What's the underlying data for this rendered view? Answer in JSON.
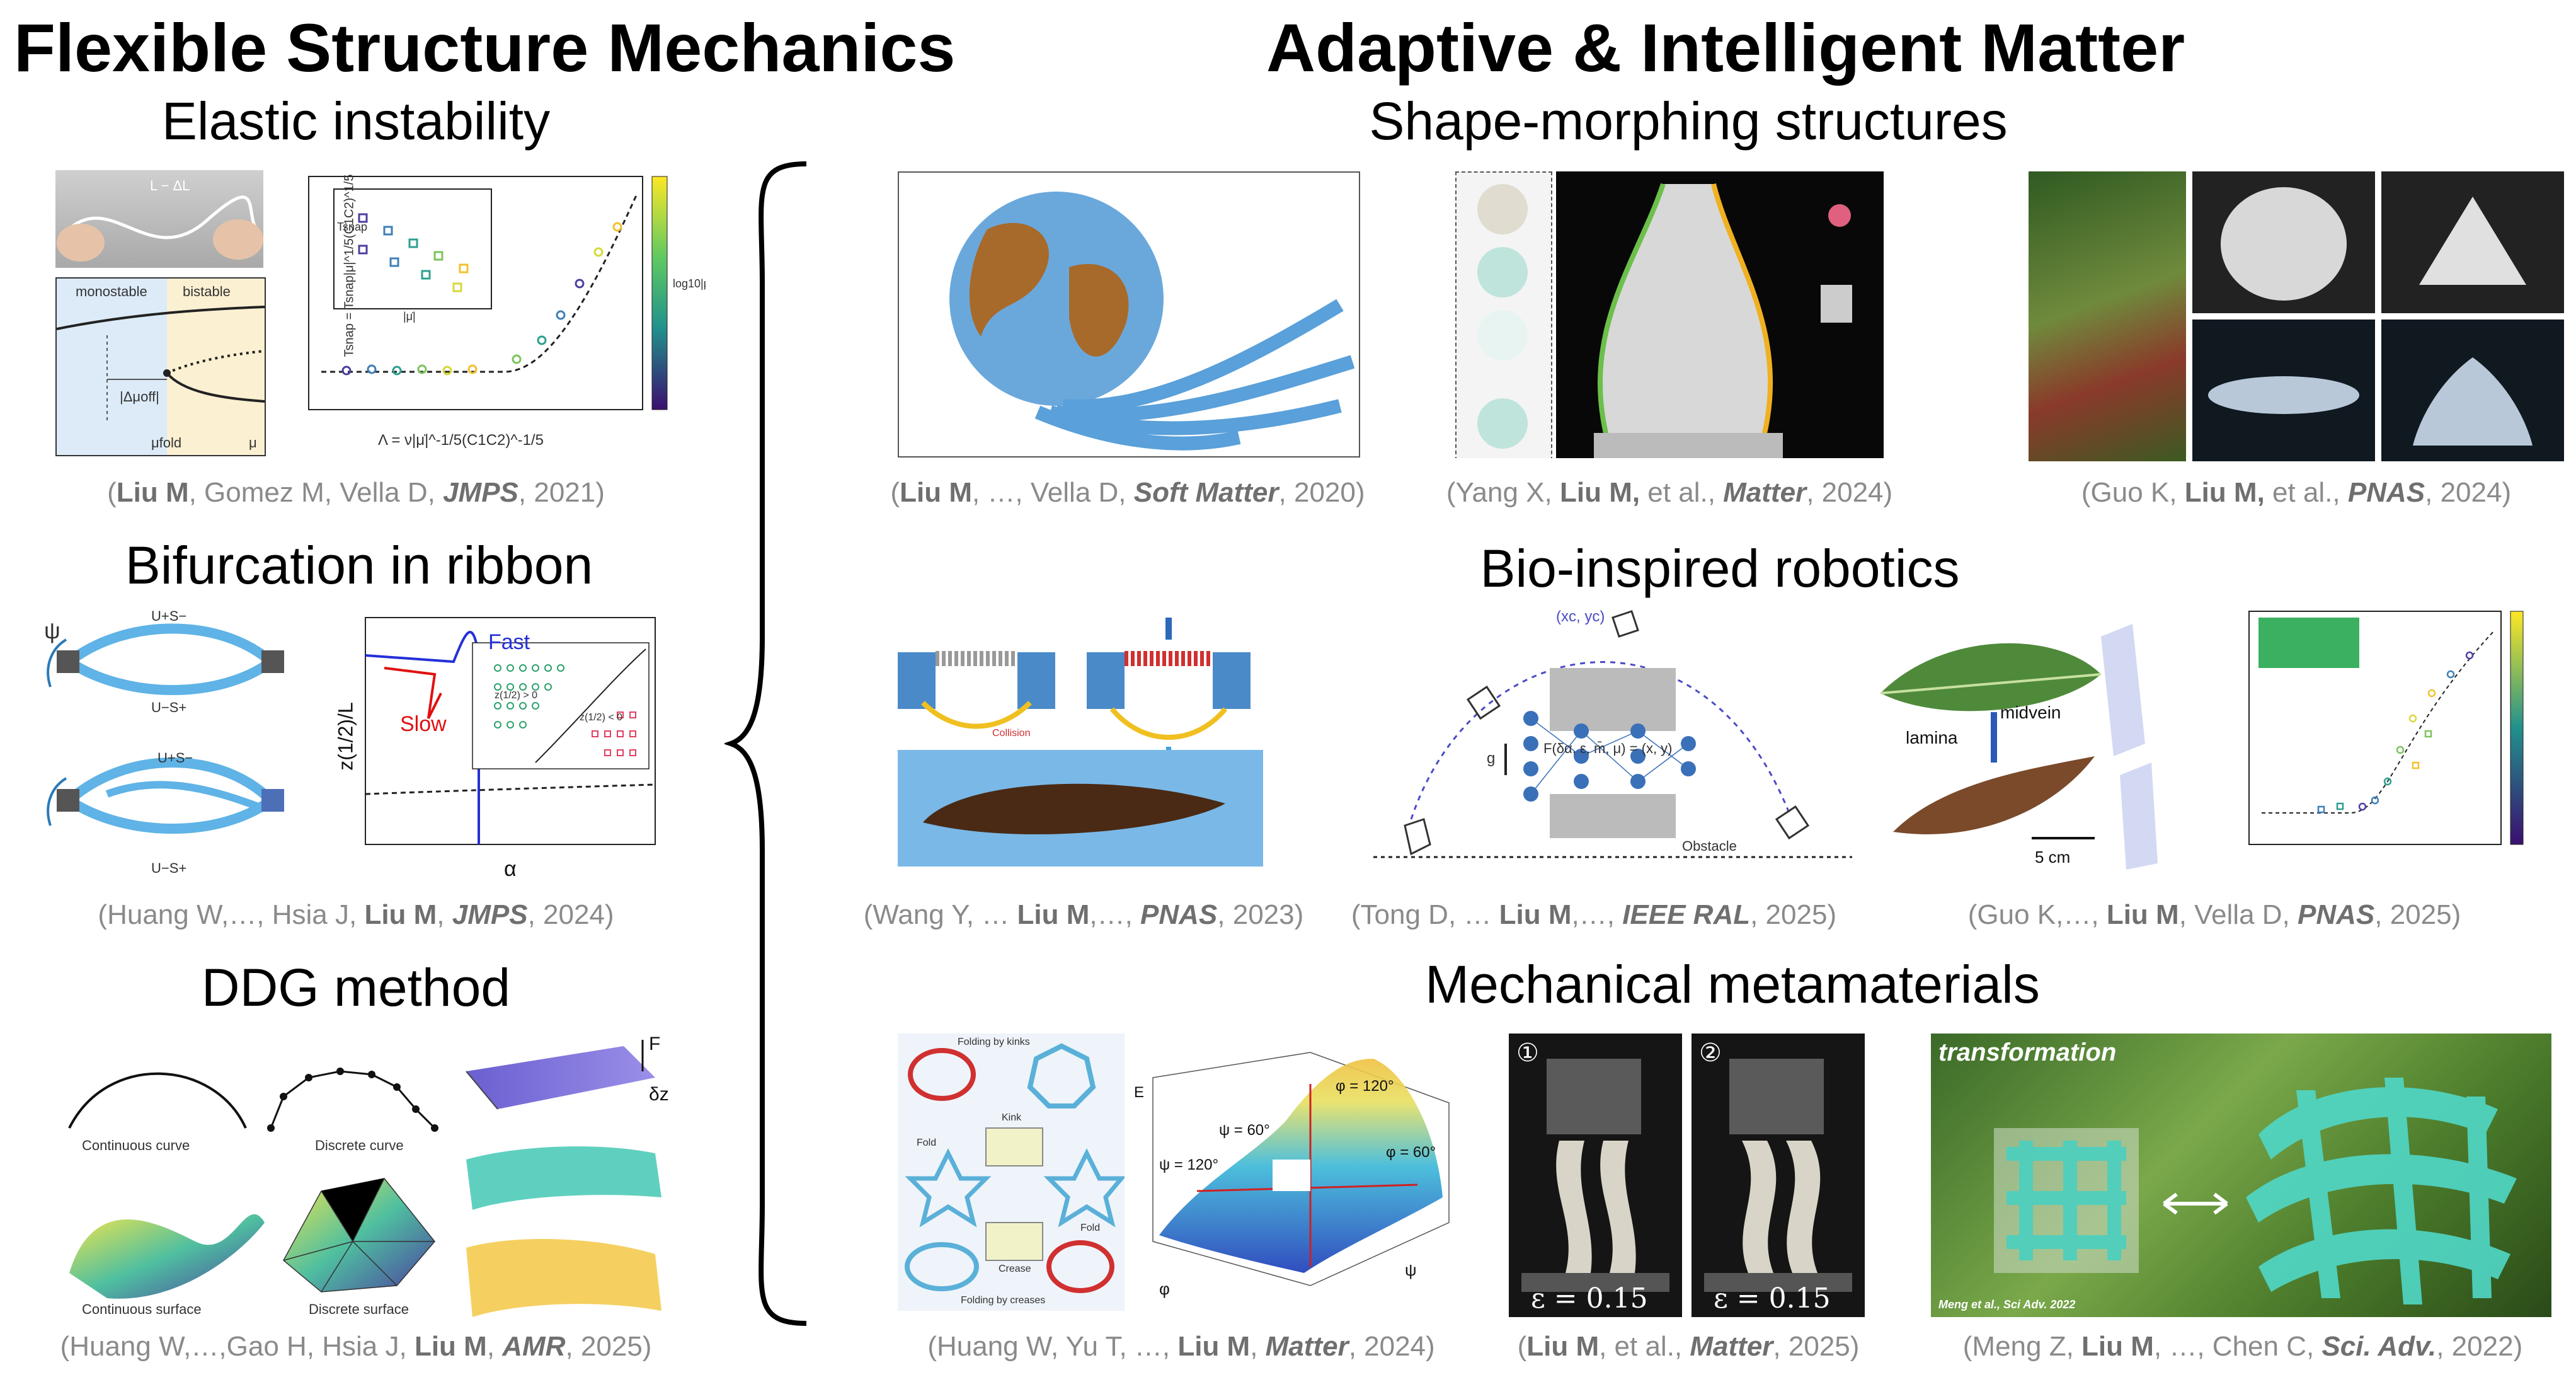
{
  "left": {
    "title": "Flexible Structure Mechanics",
    "sections": [
      {
        "heading": "Elastic instability",
        "cite": {
          "pre": "(",
          "name": "Liu M",
          "mid": ", Gomez M, Vella D, ",
          "journal": "JMPS",
          "post": ", 2021)"
        },
        "labels": {
          "len": "L − ΔL",
          "mono": "monostable",
          "bi": "bistable",
          "mu": "μ",
          "mufold": "μfold",
          "dmu": "|Δμoff|",
          "ylab": "Tsnap = Tsnap|μ|^1/5(C1C2)^1/5",
          "xlab": "Λ = ν|μ̇|^-1/5(C1C2)^-1/5",
          "cbar": "log10|μ̇|",
          "inset_x": "|μ̇|",
          "inset_y": "Tsnap"
        }
      },
      {
        "heading": "Bifurcation in ribbon",
        "cite": {
          "pre": "(Huang W,…, Hsia J, ",
          "name": "Liu M",
          "mid": ", ",
          "journal": "JMPS",
          "post": ", 2024)"
        },
        "labels": {
          "fast": "Fast",
          "slow": "Slow",
          "alpha": "α",
          "ylab": "z(1/2)/L",
          "u1": "U+S−",
          "u2": "U−S+",
          "u3": "U+S−",
          "u4": "U−S+",
          "c1": "z(1/2) > 0",
          "c2": "z(1/2) < 0"
        }
      },
      {
        "heading": "DDG method",
        "cite": {
          "pre": "(Huang W,…,Gao H, Hsia J, ",
          "name": "Liu M",
          "mid": ", ",
          "journal": "AMR",
          "post": ", 2025)"
        },
        "labels": {
          "cc": "Continuous curve",
          "dc": "Discrete curve",
          "cs": "Continuous surface",
          "ds": "Discrete surface",
          "F": "F",
          "dz": "δz"
        }
      }
    ]
  },
  "right": {
    "title": "Adaptive & Intelligent Matter",
    "rows": [
      {
        "heading": "Shape-morphing structures",
        "cites": [
          {
            "pre": "(",
            "name": "Liu M",
            "mid": ", …, Vella D, ",
            "journal": "Soft Matter",
            "post": ", 2020)"
          },
          {
            "pre": "(Yang X, ",
            "name": "Liu M,",
            "mid": " et al., ",
            "journal": "Matter",
            "post": ", 2024)"
          },
          {
            "pre": "(Guo K, ",
            "name": "Liu M,",
            "mid": " et al., ",
            "journal": "PNAS",
            "post": ", 2024)"
          }
        ]
      },
      {
        "heading": "Bio-inspired robotics",
        "cites": [
          {
            "pre": "(Wang Y, … ",
            "name": "Liu M",
            "mid": ",…, ",
            "journal": "PNAS",
            "post": ", 2023)"
          },
          {
            "pre": "(Tong D, … ",
            "name": "Liu M",
            "mid": ",…, ",
            "journal": "IEEE RAL",
            "post": ", 2025)"
          },
          {
            "pre": "(Guo K,…, ",
            "name": "Liu M",
            "mid": ", Vella D, ",
            "journal": "PNAS",
            "post": ", 2025)"
          }
        ],
        "labels": {
          "lamina": "lamina",
          "midvein": "midvein",
          "scale": "5 cm",
          "obstacle": "Obstacle",
          "xcyc": "(xc, yc)",
          "F": "F(δα, ε, m̄, μ) = (x, y)",
          "g": "g",
          "collision": "Collision"
        }
      },
      {
        "heading": "Mechanical metamaterials",
        "cites": [
          {
            "pre": "(Huang W, Yu T, …, ",
            "name": "Liu M",
            "mid": ", ",
            "journal": "Matter",
            "post": ", 2024)"
          },
          {
            "pre": "(",
            "name": "Liu M",
            "mid": ", et al., ",
            "journal": "Matter",
            "post": ", 2025)"
          },
          {
            "pre": "(Meng Z, ",
            "name": "Liu M",
            "mid": ", …, Chen C, ",
            "journal": "Sci. Adv.",
            "post": ", 2022)"
          }
        ],
        "labels": {
          "kinks": "Folding by kinks",
          "creases": "Folding by creases",
          "kink": "Kink",
          "fold": "Fold",
          "crease": "Crease",
          "phi120": "φ = 120°",
          "psi60": "ψ = 60°",
          "psi120": "ψ = 120°",
          "phi60": "φ = 60°",
          "phi": "φ",
          "psi": "ψ",
          "eps": "E",
          "eps1": "ε = 0.15",
          "eps2": "ε = 0.15",
          "n1": "①",
          "n2": "②",
          "transformation": "transformation",
          "ref": "Meng et al., Sci Adv. 2022"
        }
      }
    ]
  }
}
